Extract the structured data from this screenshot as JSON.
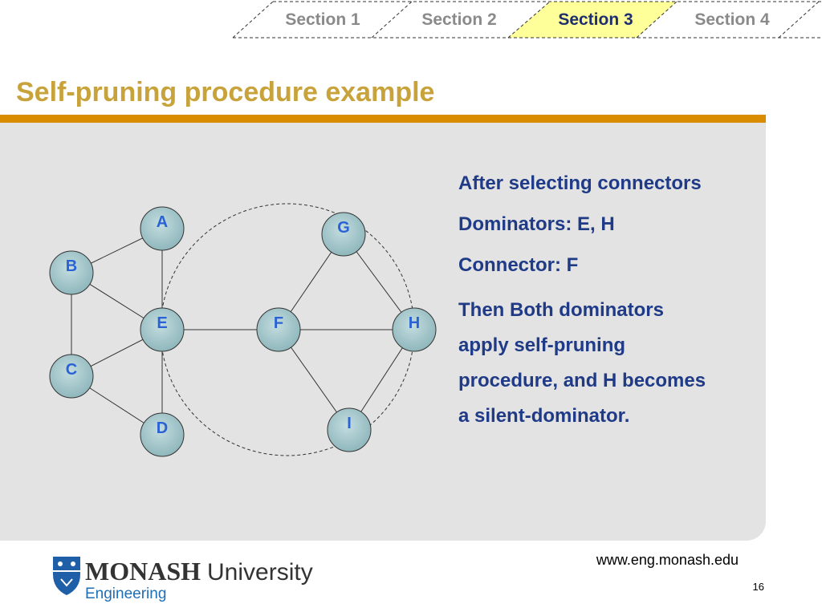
{
  "nav": {
    "tabs": [
      {
        "label": "Section 1",
        "active": false
      },
      {
        "label": "Section 2",
        "active": false
      },
      {
        "label": "Section 3",
        "active": true
      },
      {
        "label": "Section 4",
        "active": false
      }
    ],
    "active_fill": "#ffff99"
  },
  "slide": {
    "title": "Self-pruning procedure example",
    "title_color": "#c8a23a",
    "rule_color": "#d98c00"
  },
  "graph": {
    "nodes": [
      "A",
      "B",
      "C",
      "D",
      "E",
      "F",
      "G",
      "H",
      "I"
    ],
    "edges": [
      [
        "A",
        "B"
      ],
      [
        "B",
        "E"
      ],
      [
        "B",
        "C"
      ],
      [
        "C",
        "E"
      ],
      [
        "C",
        "D"
      ],
      [
        "A",
        "E"
      ],
      [
        "E",
        "D"
      ],
      [
        "E",
        "F"
      ],
      [
        "F",
        "H"
      ],
      [
        "F",
        "G"
      ],
      [
        "G",
        "H"
      ],
      [
        "F",
        "I"
      ],
      [
        "I",
        "H"
      ]
    ],
    "node_color": "#9fc3c7",
    "label_color": "#2a62d6"
  },
  "text": {
    "line1": "After selecting connectors",
    "line2": "Dominators: E, H",
    "line3": "Connector: F",
    "paragraph_lines": [
      "Then Both dominators",
      "apply self-pruning",
      "procedure, and H becomes",
      "a silent-dominator."
    ],
    "color": "#1f3a86"
  },
  "footer": {
    "logo_word1": "MONASH",
    "logo_word2": "University",
    "logo_sub": "Engineering",
    "url": "www.eng.monash.edu",
    "page_number": "16"
  }
}
